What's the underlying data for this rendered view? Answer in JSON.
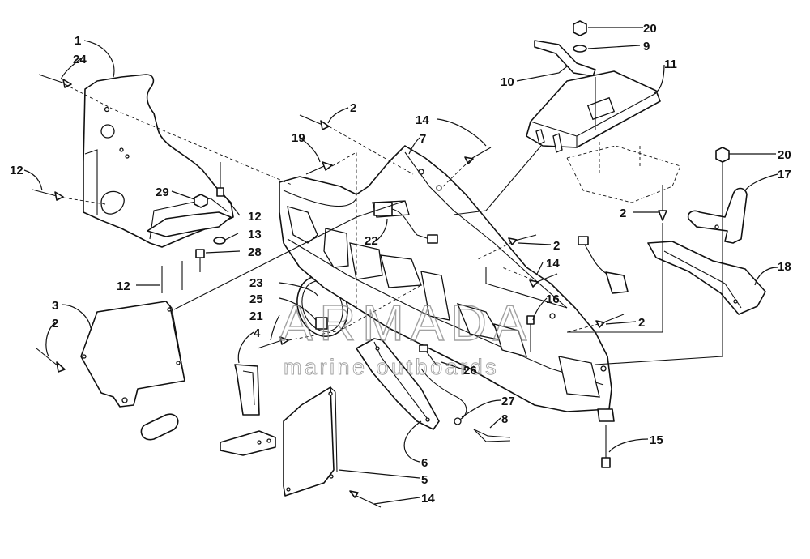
{
  "watermark": {
    "brand": "ARMADA",
    "tagline": "marine outboards",
    "color": "#d873a8",
    "outline_color": "#8a8a8a"
  },
  "callouts": [
    "1",
    "24",
    "12",
    "29",
    "12",
    "13",
    "28",
    "12",
    "3",
    "2",
    "23",
    "25",
    "21",
    "4",
    "22",
    "19",
    "2",
    "7",
    "14",
    "2",
    "14",
    "16",
    "2",
    "26",
    "27",
    "8",
    "6",
    "5",
    "14",
    "15",
    "20",
    "9",
    "10",
    "11",
    "20",
    "17",
    "2",
    "18"
  ]
}
